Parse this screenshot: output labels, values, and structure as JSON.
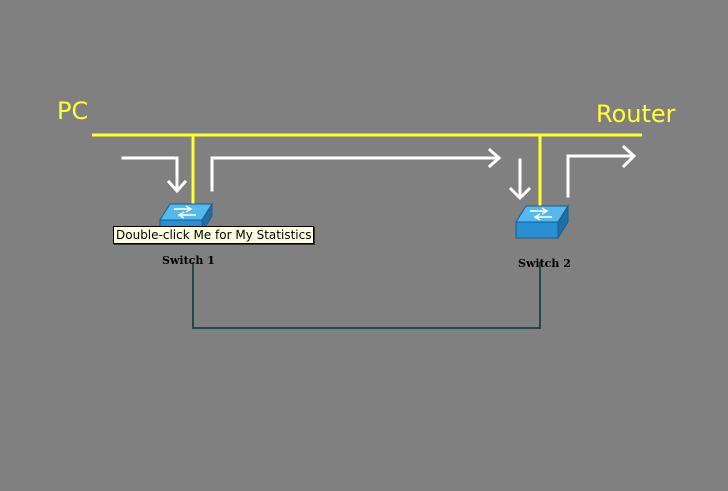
{
  "labels": {
    "pc": "PC",
    "router": "Router",
    "switch1": "Switch 1",
    "switch2": "Switch 2"
  },
  "tooltip": {
    "text": "Double-click Me for My Statistics"
  },
  "colors": {
    "background": "#808080",
    "bus": "#ffff33",
    "trunk_link": "#1f4a45",
    "arrows": "#ffffff",
    "switch_body": "#2a8fd0"
  },
  "icons": {
    "switch": "network-switch-icon",
    "arrow": "flow-arrow-icon"
  }
}
